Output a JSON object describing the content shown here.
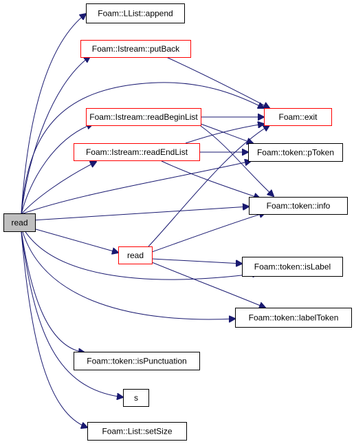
{
  "colors": {
    "edge": "#191970",
    "node_border_default": "#000000",
    "node_border_highlight": "#ff0000",
    "node_fill": "#ffffff",
    "root_fill": "#bfbfbf",
    "text": "#000000"
  },
  "nodes": {
    "root_read": {
      "label": "read",
      "style": "root"
    },
    "llist_append": {
      "label": "Foam::LList::append",
      "style": "default"
    },
    "istream_putback": {
      "label": "Foam::Istream::putBack",
      "style": "highlight"
    },
    "istream_readbeginlist": {
      "label": "Foam::Istream::readBeginList",
      "style": "highlight"
    },
    "istream_readendlist": {
      "label": "Foam::Istream::readEndList",
      "style": "highlight"
    },
    "foam_exit": {
      "label": "Foam::exit",
      "style": "highlight"
    },
    "token_ptoken": {
      "label": "Foam::token::pToken",
      "style": "default"
    },
    "token_info": {
      "label": "Foam::token::info",
      "style": "default"
    },
    "read_inner": {
      "label": "read",
      "style": "highlight"
    },
    "token_islabel": {
      "label": "Foam::token::isLabel",
      "style": "default"
    },
    "token_labeltoken": {
      "label": "Foam::token::labelToken",
      "style": "default"
    },
    "token_ispunctuation": {
      "label": "Foam::token::isPunctuation",
      "style": "default"
    },
    "node_s": {
      "label": "s",
      "style": "default"
    },
    "list_setsize": {
      "label": "Foam::List::setSize",
      "style": "default"
    }
  }
}
